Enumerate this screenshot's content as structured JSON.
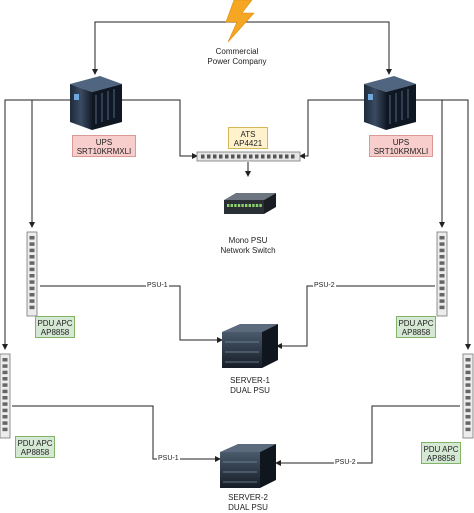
{
  "power": {
    "label_line1": "Commercial",
    "label_line2": "Power Company",
    "icon": "lightning-bolt-icon"
  },
  "ups_left": {
    "line1": "UPS",
    "line2": "SRT10KRMXLI"
  },
  "ups_right": {
    "line1": "UPS",
    "line2": "SRT10KRMXLI"
  },
  "ats": {
    "line1": "ATS",
    "line2": "AP4421"
  },
  "switch": {
    "line1": "Mono PSU",
    "line2": "Network Switch"
  },
  "pdus": [
    {
      "line1": "PDU APC",
      "line2": "AP8858"
    },
    {
      "line1": "PDU APC",
      "line2": "AP8858"
    },
    {
      "line1": "PDU APC",
      "line2": "AP8858"
    },
    {
      "line1": "PDU APC",
      "line2": "AP8858"
    }
  ],
  "server1": {
    "line1": "SERVER-1",
    "line2": "DUAL PSU"
  },
  "server2": {
    "line1": "SERVER-2",
    "line2": "DUAL PSU"
  },
  "edges": {
    "psu1": "PSU-1",
    "psu2": "PSU-2"
  },
  "colors": {
    "ups_fill": "#f8cecc",
    "ats_fill": "#fff2cc",
    "pdu_fill": "#d5e8d4",
    "bolt": "#f5a623"
  }
}
